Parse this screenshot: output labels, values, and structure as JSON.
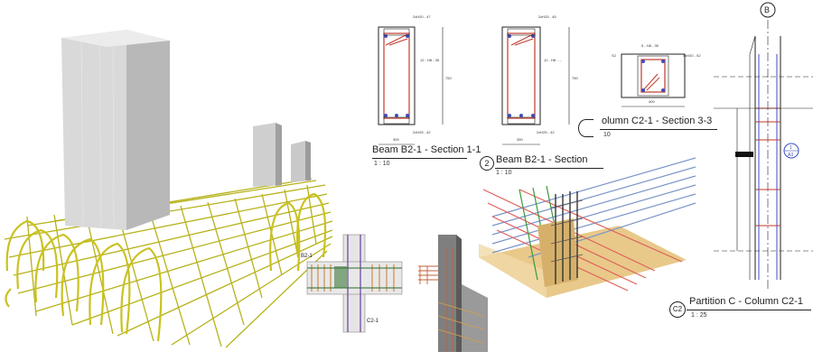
{
  "sections": {
    "beam_1_1": {
      "title": "Beam B2-1 - Section 1-1",
      "scale": "1 : 10",
      "top_note": "2xH20 - 47",
      "side_note": "12 - H8 - 35",
      "bottom_note": "2xH25 - 42",
      "dim_h": "750",
      "dim_w": "300"
    },
    "beam_2_2": {
      "title": "Beam B2-1 - Section",
      "marker": "2",
      "scale": "1 : 10",
      "top_note": "2xH25 - 45",
      "side_note": "12 - H8 - ...",
      "bottom_note": "2xH25 - 42",
      "dim_h": "750",
      "dim_w": "350"
    },
    "column_3_3": {
      "title": "olumn C2-1 - Section 3-3",
      "scale": "10",
      "top_note": "5 - H8 - 35",
      "right_note": "4xH20 - 52",
      "left_note": "S2",
      "dim_w": "400"
    }
  },
  "partition": {
    "title": "Partition C - Column C2-1",
    "marker": "C2",
    "scale": "1 : 25",
    "grid_bubble": "B",
    "callout_top": "1",
    "callout_bottom": "A3"
  },
  "model_labels": {
    "beam_label": "B2-1",
    "column_label": "C2-1"
  }
}
